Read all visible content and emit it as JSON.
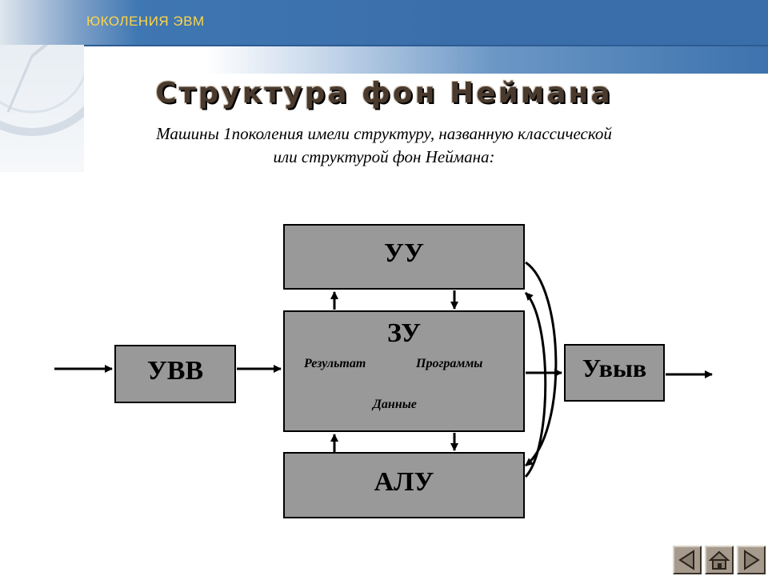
{
  "header": {
    "title": "ЮКОЛЕНИЯ ЭВМ"
  },
  "slide": {
    "title": "Структура фон Неймана",
    "subtitle_line1": "Машины 1поколения имели структуру, названную классической",
    "subtitle_line2": "или структурой фон Неймана:"
  },
  "diagram": {
    "uu": "УУ",
    "zu": "ЗУ",
    "alu": "АЛУ",
    "uvv": "УВВ",
    "uvyv": "Увыв",
    "zu_result": "Результат",
    "zu_programs": "Программы",
    "zu_data": "Данные"
  },
  "colors": {
    "box_fill": "#999999",
    "banner": "#3a6eaa",
    "header_text": "#ffd54a"
  },
  "nav": {
    "prev_icon": "triangle-left-icon",
    "home_icon": "home-icon",
    "next_icon": "triangle-right-icon"
  }
}
